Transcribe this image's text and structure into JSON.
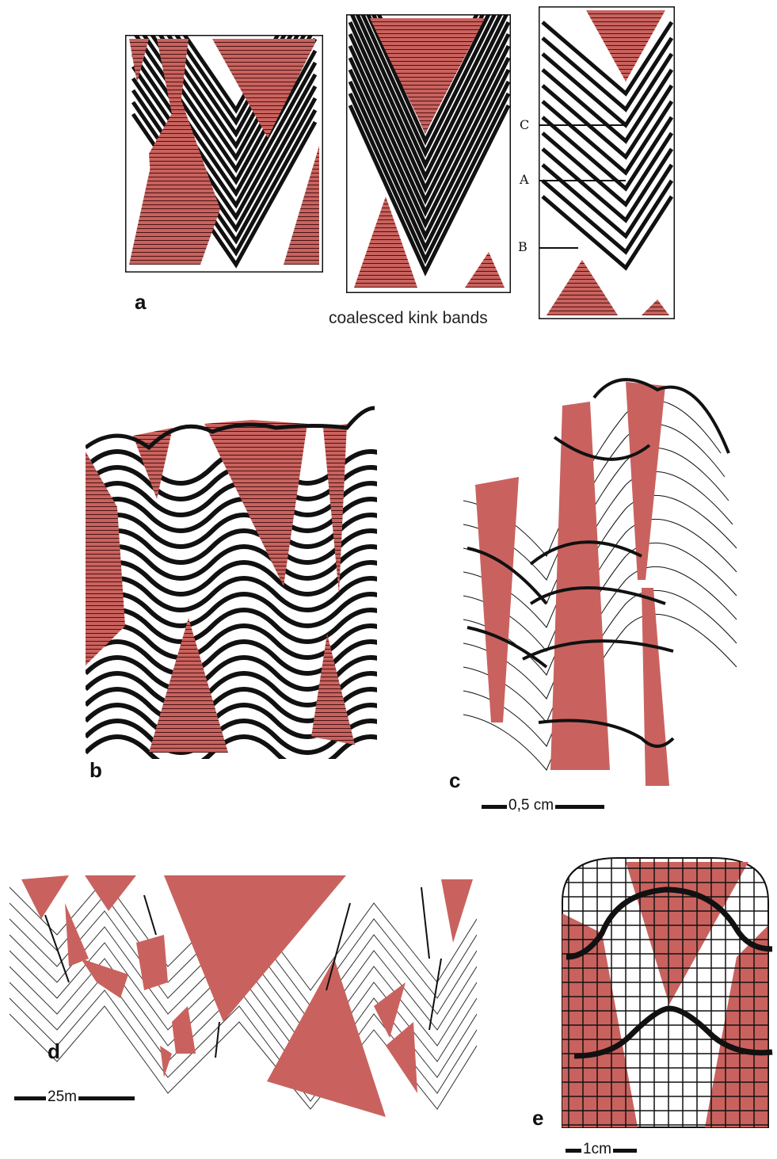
{
  "figure": {
    "panel_a": {
      "label": "a",
      "caption": "coalesced kink bands",
      "markers": [
        "C",
        "A",
        "B"
      ]
    },
    "panel_b": {
      "label": "b"
    },
    "panel_c": {
      "label": "c",
      "scale_text": "0,5 cm"
    },
    "panel_d": {
      "label": "d",
      "scale_text": "25m"
    },
    "panel_e": {
      "label": "e",
      "scale_text": "1cm"
    }
  },
  "colors": {
    "kink_fill": "#c9625e",
    "line": "#111111",
    "background": "#ffffff"
  }
}
